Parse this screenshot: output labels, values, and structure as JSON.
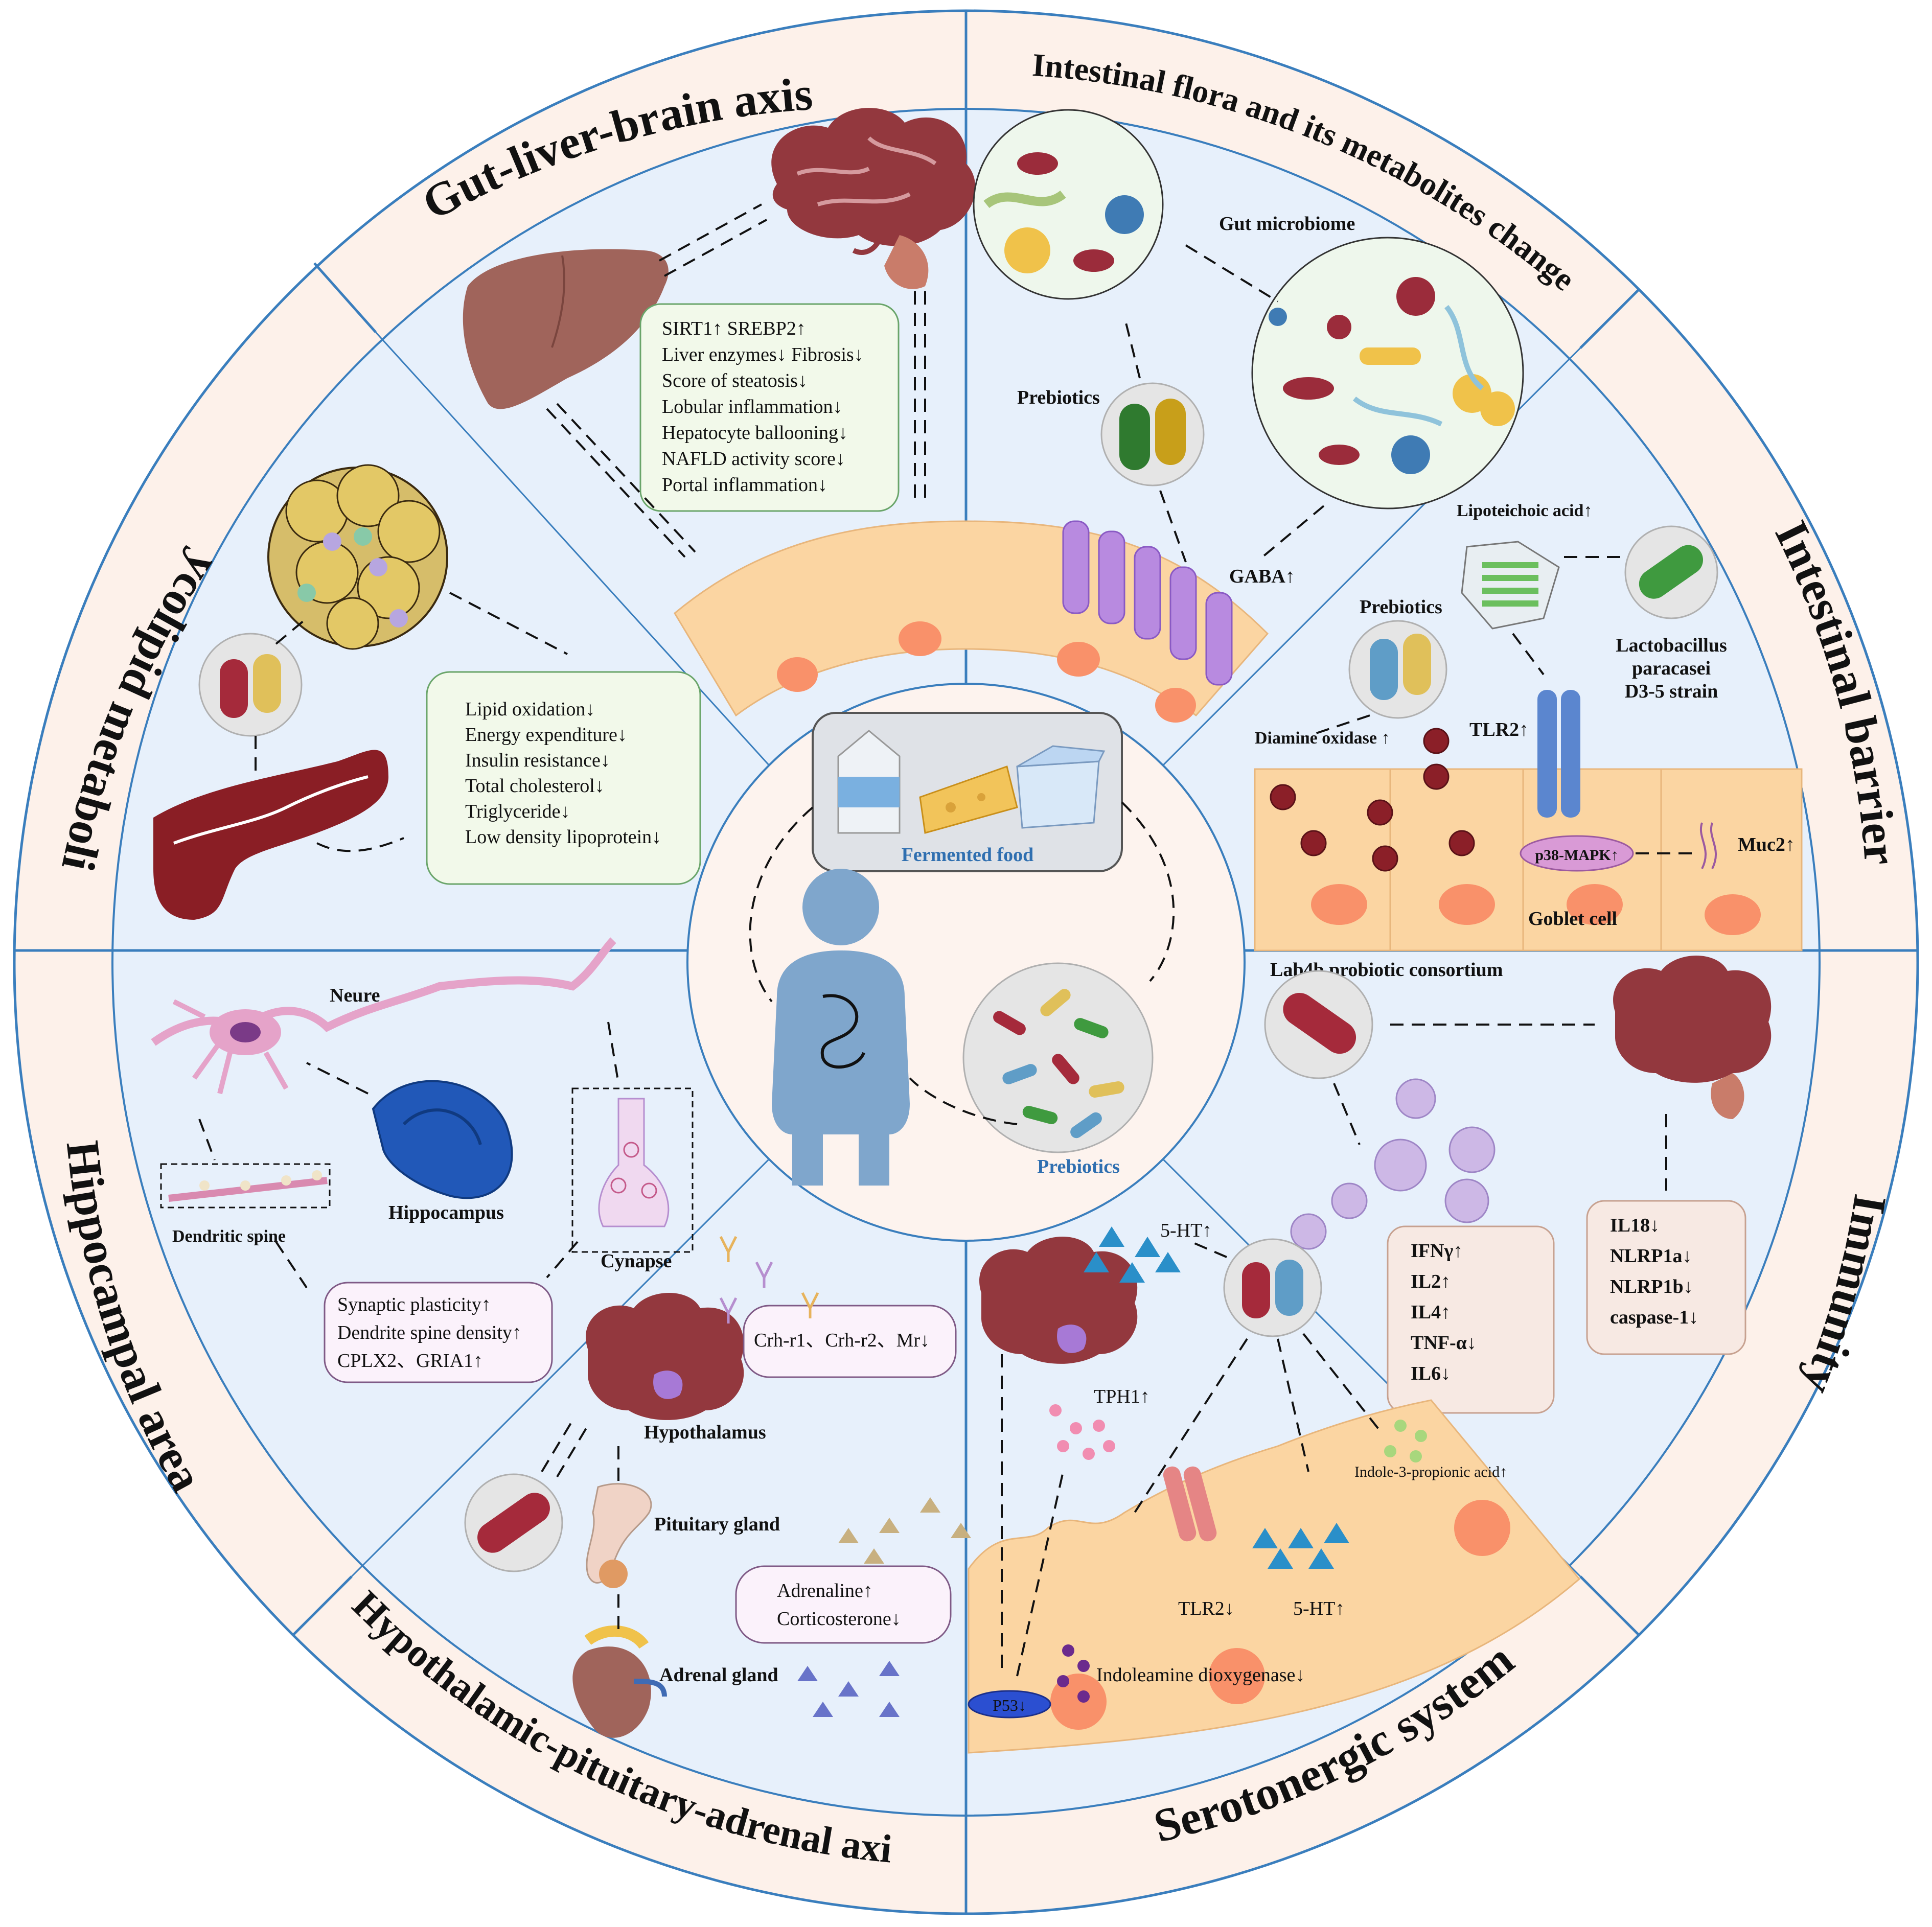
{
  "center": {
    "fermented_food": "Fermented food",
    "prebiotics": "Prebiotics"
  },
  "sectors": {
    "gut_liver_brain": {
      "title": "Gut-liver-brain axis",
      "box": [
        "SIRT1↑ SREBP2↑",
        "Liver enzymes↓ Fibrosis↓",
        "Score of steatosis↓",
        "Lobular inflammation↓",
        "Hepatocyte ballooning↓",
        "NAFLD activity score↓",
        "Portal inflammation↓"
      ]
    },
    "intestinal_flora": {
      "title": "Intestinal flora and its metabolites change",
      "gut_microbiome": "Gut microbiome",
      "prebiotics": "Prebiotics",
      "gaba": "GABA↑"
    },
    "intestinal_barrier": {
      "title": "Intestinal barrier",
      "lipoteichoic": "Lipoteichoic acid↑",
      "prebiotics": "Prebiotics",
      "lactobacillus": [
        "Lactobacillus",
        "paracasei",
        "D3-5 strain"
      ],
      "diamine": "Diamine oxidase ↑",
      "tlr2": "TLR2↑",
      "p38": "p38-MAPK↑",
      "muc2": "Muc2↑",
      "goblet": "Goblet cell"
    },
    "immunity": {
      "title": "Immunity",
      "consortium": "Lab4b probiotic consortium",
      "box1": [
        "IFNγ↑",
        "IL2↑",
        "IL4↑",
        "TNF-α↓",
        "IL6↓"
      ],
      "box2": [
        "IL18↓",
        "NLRP1a↓",
        "NLRP1b↓",
        "caspase-1↓"
      ]
    },
    "serotonergic": {
      "title": "Serotonergic system",
      "ht_top": "5-HT↑",
      "tph1": "TPH1↑",
      "indole": "Indole-3-propionic acid↑",
      "tlr2": "TLR2↓",
      "ht_bottom": "5-HT↑",
      "ido": "Indoleamine dioxygenase↓",
      "p53": "P53↓"
    },
    "hpa": {
      "title": "Hypothalamic-pituitary-adrenal axis",
      "crh": "Crh-r1、Crh-r2、Mr↓",
      "hypothalamus": "Hypothalamus",
      "pituitary": "Pituitary gland",
      "adrenal": "Adrenal gland",
      "box": [
        "Adrenaline↑",
        "Corticosterone↓"
      ]
    },
    "hippocampal": {
      "title": "Hippocampal area",
      "neure": "Neure",
      "dendritic": "Dendritic spine",
      "hippocampus": "Hippocampus",
      "cynapse": "Cynapse",
      "box": [
        "Synaptic plasticity↑",
        "Dendrite spine density↑",
        "CPLX2、GRIA1↑"
      ]
    },
    "glycolipid": {
      "title": "Glycolipid metabolism",
      "box": [
        "Lipid oxidation↓",
        "Energy expenditure↓",
        "Insulin resistance↓",
        "Total cholesterol↓",
        "Triglyceride↓",
        "Low density lipoprotein↓"
      ]
    }
  },
  "colors": {
    "outer_ring": "#fdf1ea",
    "sector_fill": "#e7f0fb",
    "center_fill": "#fdf3ee",
    "line": "#3a7ebd",
    "cell": "#fbd5a2",
    "brain": "#93383e",
    "liver": "#a0645b",
    "pancreas": "#8a1e25"
  }
}
